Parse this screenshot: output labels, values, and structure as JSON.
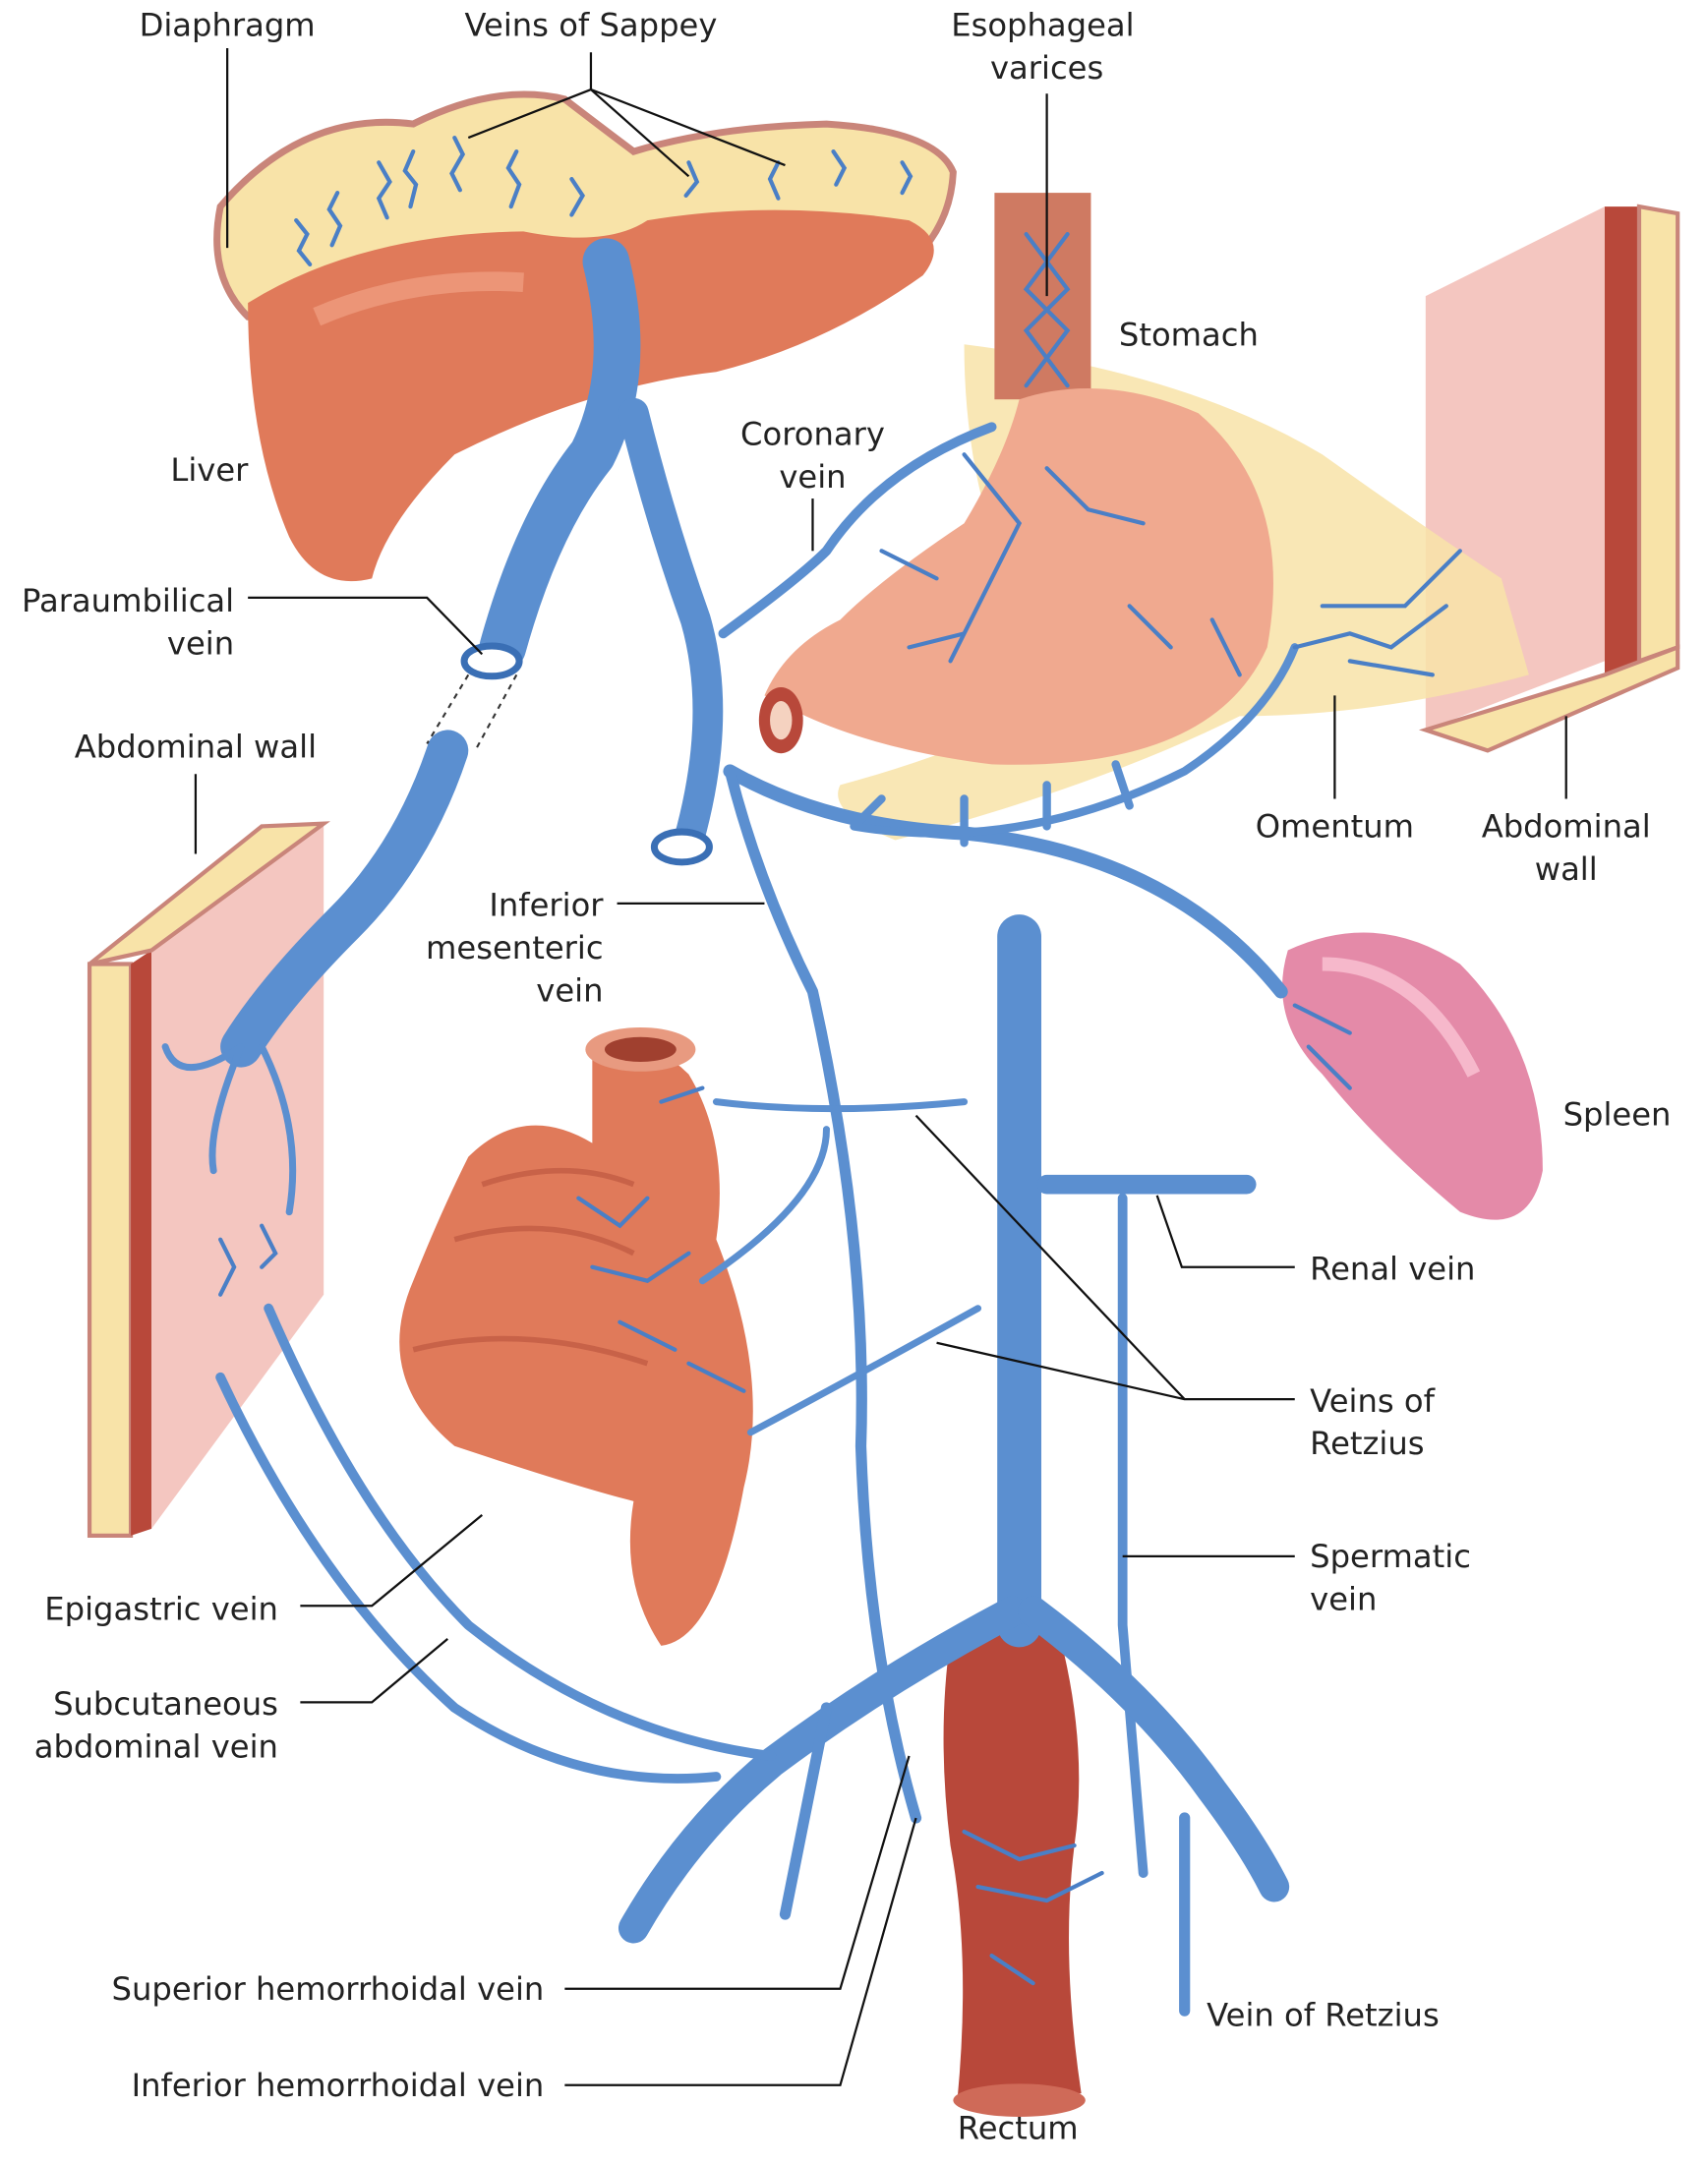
{
  "title": "Portal-systemic collateral veins",
  "colors": {
    "vein": "#5b8fd0",
    "liver": "#e07a5a",
    "diaphragm": "#f8e3a8",
    "stomach": "#f0a98f",
    "spleen": "#e48aa8",
    "wall": "#f4c6c0",
    "rectum": "#b8483a"
  },
  "labels": {
    "diaphragm": "Diaphragm",
    "veins_of_sappey": "Veins of Sappey",
    "esophageal_varices": [
      "Esophageal",
      "varices"
    ],
    "stomach": "Stomach",
    "liver": "Liver",
    "coronary_vein": [
      "Coronary",
      "vein"
    ],
    "paraumbilical_vein": [
      "Paraumbilical",
      "vein"
    ],
    "abdominal_wall_left": "Abdominal wall",
    "omentum": "Omentum",
    "abdominal_wall_right": [
      "Abdominal",
      "wall"
    ],
    "inferior_mesenteric_vein": [
      "Inferior",
      "mesenteric",
      "vein"
    ],
    "spleen": "Spleen",
    "renal_vein": "Renal vein",
    "veins_of_retzius": [
      "Veins of",
      "Retzius"
    ],
    "spermatic_vein": [
      "Spermatic",
      "vein"
    ],
    "epigastric_vein": "Epigastric vein",
    "subcutaneous_abdominal_vein": [
      "Subcutaneous",
      "abdominal vein"
    ],
    "superior_hemorrhoidal_vein": "Superior hemorrhoidal vein",
    "inferior_hemorrhoidal_vein": "Inferior hemorrhoidal vein",
    "vein_of_retzius": "Vein of Retzius",
    "rectum": "Rectum"
  }
}
